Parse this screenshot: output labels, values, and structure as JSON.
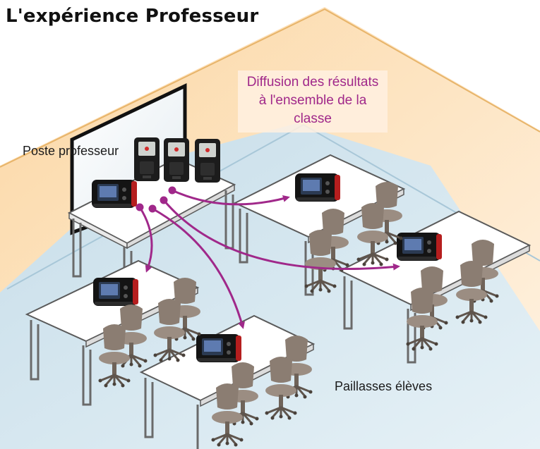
{
  "title": "L'expérience Professeur",
  "callout": {
    "lines": [
      "Diffusion des résultats",
      "à l'ensemble de la",
      "classe"
    ],
    "color": "#a0288a"
  },
  "labels": {
    "teacher_station": "Poste professeur",
    "student_benches": "Paillasses élèves"
  },
  "colors": {
    "back_wall": "#fde2b8",
    "floor": "#cfe3ee",
    "arrows": "#a0288a",
    "tables": "#ffffff",
    "chairs": "#8b7d72"
  },
  "icons": [
    "data-logger-icon",
    "charging-station-icon",
    "chair-icon",
    "arrow-icon"
  ]
}
